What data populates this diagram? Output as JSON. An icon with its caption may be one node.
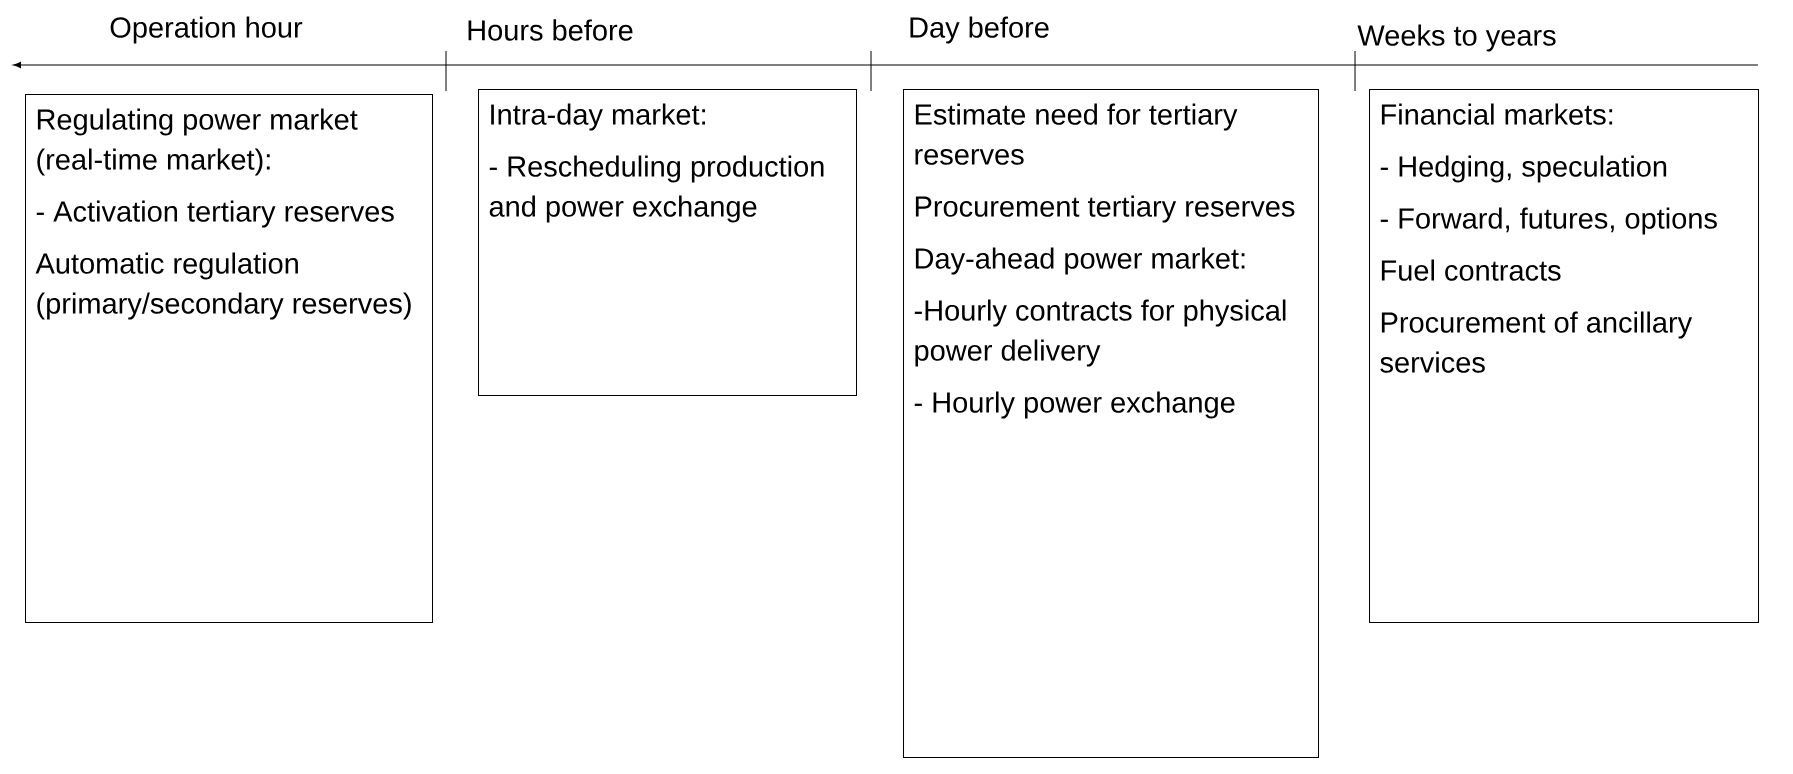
{
  "diagram": {
    "nodes": [
      {
        "text": [
          "Regulating power market (real-time market):",
          "- Activation tertiary reserves",
          "Automatic regulation (primary/secondary reserves)"
        ]
      },
      {
        "text": [
          "Intra-day market:",
          "- Rescheduling production and power exchange"
        ]
      },
      {
        "text": [
          "Estimate need for tertiary reserves",
          "Procurement tertiary reserves",
          "Day-ahead power market:",
          "-Hourly contracts for physical power delivery",
          "- Hourly power exchange"
        ]
      },
      {
        "text": [
          "Financial markets:",
          "- Hedging, speculation",
          "- Forward, futures, options",
          "Fuel contracts",
          "Procurement of ancillary services"
        ]
      }
    ],
    "labels": [
      "Operation hour",
      "Hours before",
      "Day before",
      "Weeks to years"
    ]
  }
}
